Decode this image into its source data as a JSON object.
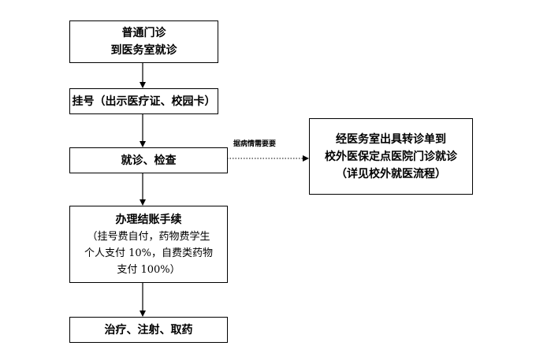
{
  "flow": {
    "box1": {
      "line1": "普通门诊",
      "line2": "到医务室就诊"
    },
    "box2": {
      "text": "挂号（出示医疗证、校园卡）"
    },
    "box3": {
      "text": "就诊、检查"
    },
    "box4": {
      "title": "办理结账手续",
      "line1": "（挂号费自付，药物费学生",
      "line2": "个人支付 10%，自费类药物",
      "line3": "支付 100%）"
    },
    "box5": {
      "text": "治疗、注射、取药"
    },
    "side_box": {
      "line1": "经医务室出具转诊单到",
      "line2": "校外医保定点医院门诊就诊",
      "line3": "（详见校外就医流程）"
    },
    "edge_label": "据病情需要要"
  }
}
